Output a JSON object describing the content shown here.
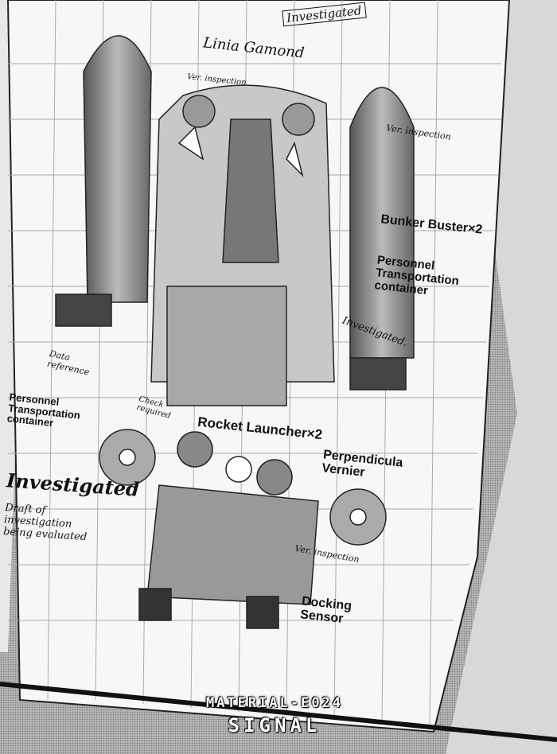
{
  "labels": {
    "bunker_buster": "Bunker Buster×2",
    "personnel_container_right": "Personnel Transportation container",
    "personnel_container_left": "Personnel Transportation container",
    "rocket_launcher": "Rocket Launcher×2",
    "perpendicular_vernier": "Perpendicula Vernier",
    "docking_sensor": "Docking Sensor"
  },
  "handwriting": {
    "stamp": "Investigated",
    "signature": "Linia Gamond",
    "ver_inspection_top": "Ver. inspection",
    "ver_inspection_right": "Ver. inspection",
    "ver_inspection_bottom": "Ver. inspection",
    "investigated_right": "Investigated.",
    "data_reference": "Data reference",
    "check_required": "Check required",
    "investigated_left": "Investigated",
    "left_notes": "Draft of investigation being evaluated"
  },
  "caption": {
    "line1": "MATERIAL-E024",
    "line2": "SIGNAL"
  }
}
